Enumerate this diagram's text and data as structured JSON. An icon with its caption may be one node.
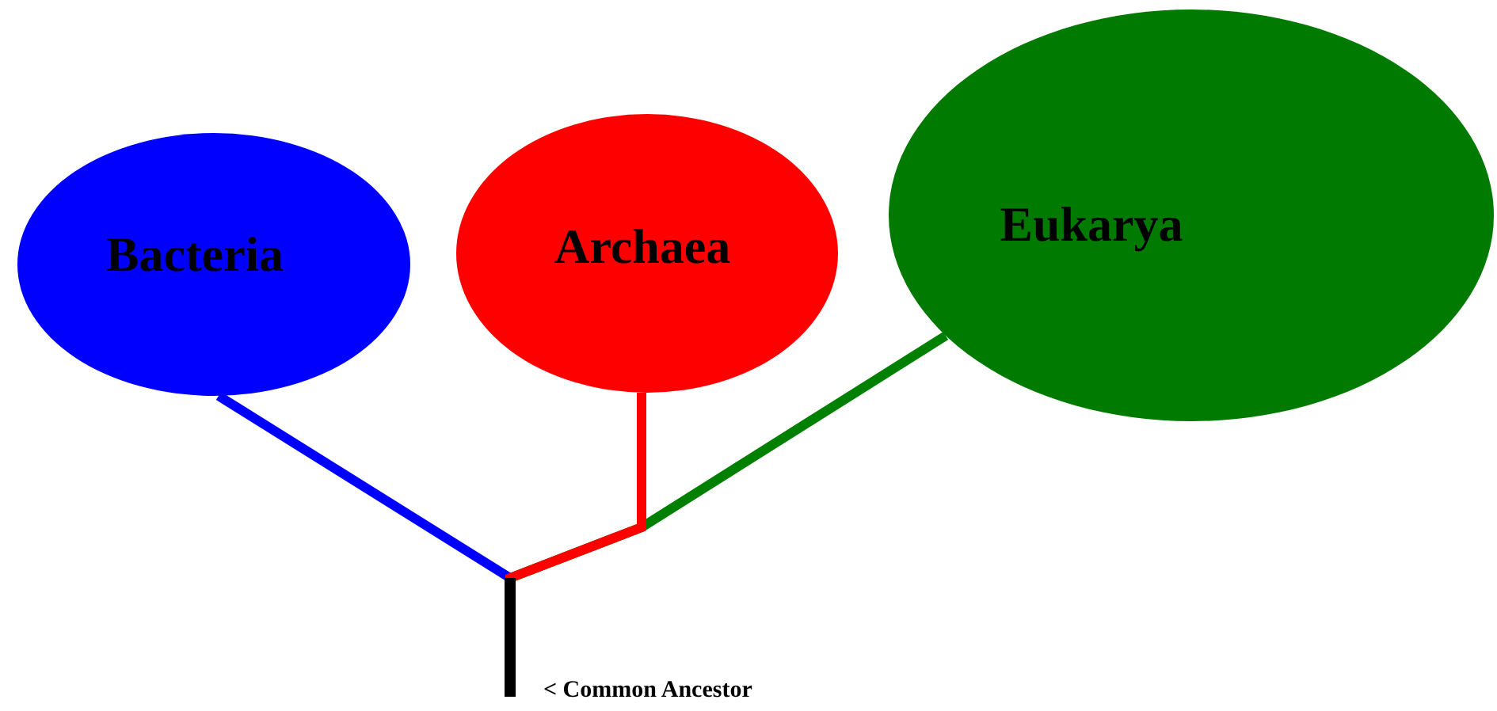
{
  "diagram": {
    "nodes": [
      {
        "text": [
          "Bacteria"
        ]
      },
      {
        "text": [
          "Archaea"
        ]
      },
      {
        "text": [
          "Eukarya"
        ]
      },
      {
        "text": [
          "< Common Ancestor"
        ]
      }
    ],
    "edges": [
      {
        "from": 3,
        "to": 0,
        "arrow": "none",
        "color": "#0000ff"
      },
      {
        "from": 3,
        "to": 1,
        "arrow": "none",
        "color": "#ff0000"
      },
      {
        "from": 3,
        "to": 2,
        "arrow": "none",
        "color": "#008000"
      }
    ]
  }
}
